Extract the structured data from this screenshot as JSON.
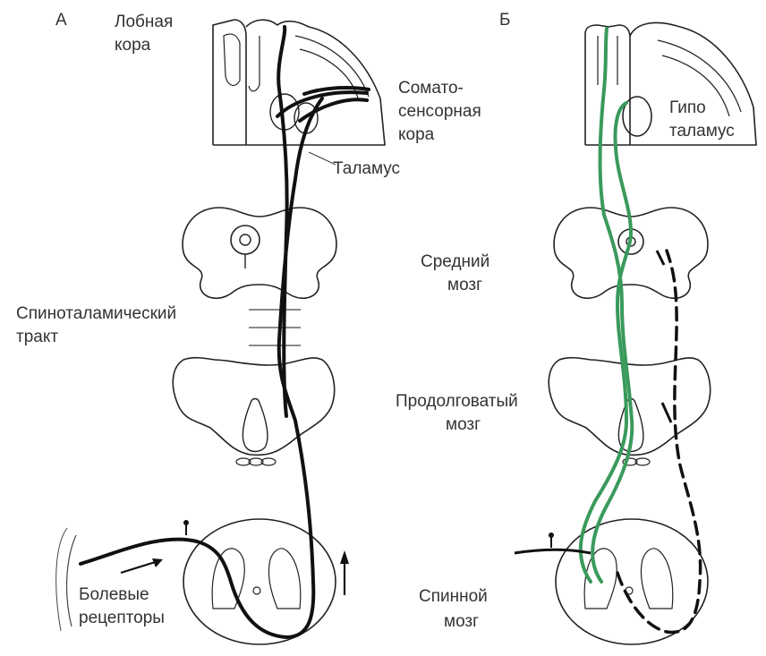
{
  "panels": {
    "a": {
      "letter": "А",
      "frontal_cortex": [
        "Лобная",
        "кора"
      ],
      "somatosensory_cortex": [
        "Сомато-",
        "сенсорная",
        "кора"
      ],
      "thalamus": "Таламус",
      "spinothalamic_tract": [
        "Спиноталамический",
        "тракт"
      ],
      "pain_receptors": [
        "Болевые",
        "рецепторы"
      ]
    },
    "b": {
      "letter": "Б",
      "hypothalamus": [
        "Гипо",
        "таламус"
      ],
      "midbrain": [
        "Средний",
        "мозг"
      ],
      "medulla": [
        "Продолговатый",
        "мозг"
      ],
      "spinal_cord": [
        "Спинной",
        "мозг"
      ]
    }
  },
  "colors": {
    "outline": "#222222",
    "pathway_a": "#111111",
    "pathway_b": "#3a9a5c",
    "dashed_pathway": "#111111"
  }
}
